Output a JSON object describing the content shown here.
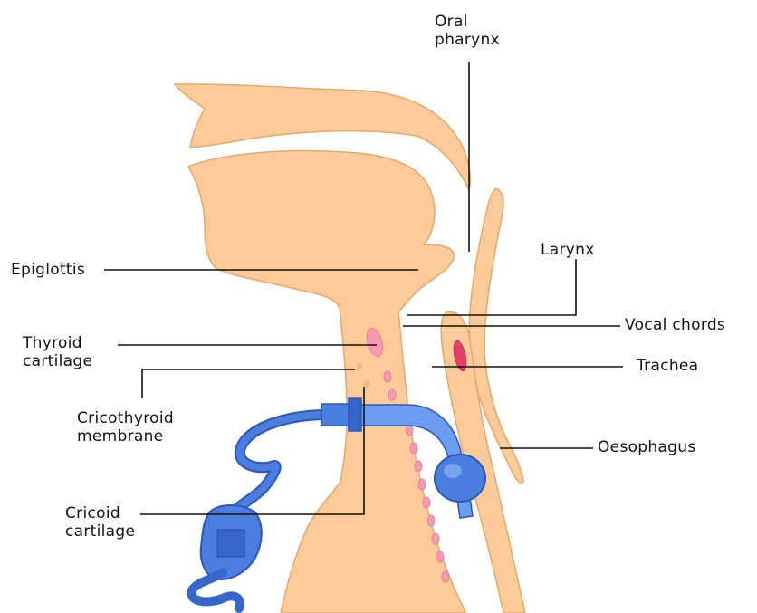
{
  "labels": {
    "oral_pharynx": [
      "Oral",
      "pharynx"
    ],
    "epiglottis": "Epiglottis",
    "larynx": "Larynx",
    "vocal_chords": "Vocal chords",
    "thyroid_cartilage": [
      "Thyroid",
      "cartilage"
    ],
    "trachea": "Trachea",
    "cricothyroid_membrane": [
      "Cricothyroid",
      "membrane"
    ],
    "oesophagus": "Oesophagus",
    "cricoid_cartilage": [
      "Cricoid",
      "cartilage"
    ]
  },
  "colors": {
    "tissue_fill": "#fccb99",
    "tissue_stroke": "#e2a86c",
    "cartilage": "#f59ab0",
    "cartilage_dark": "#e0406a",
    "tube_blue": "#4a7fe0",
    "tube_dark": "#2c56b8",
    "leader_line": "#111111"
  }
}
